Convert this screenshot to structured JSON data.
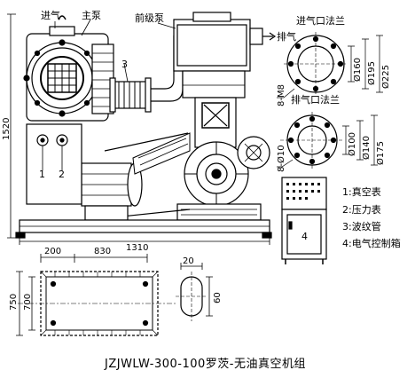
{
  "labels": {
    "inlet": "进气",
    "main_pump": "主泵",
    "backing_pump": "前级泵",
    "exhaust": "排气",
    "inlet_flange": "进气口法兰",
    "exhaust_flange": "排气口法兰",
    "callout_1": "1",
    "callout_2": "2",
    "callout_3": "3",
    "callout_4": "4"
  },
  "legend": [
    "1:真空表",
    "2:压力表",
    "3:波纹管",
    "4:电气控制箱"
  ],
  "dimensions": {
    "height": "1520",
    "length": "1310",
    "w200": "200",
    "w830": "830",
    "d20": "20",
    "d60": "60",
    "h750": "750",
    "h700": "700",
    "inlet_bolts": "8-M8",
    "inlet_d1": "Ø160",
    "inlet_d2": "Ø195",
    "inlet_d3": "Ø225",
    "exhaust_bolts": "8-Ø10",
    "exhaust_d1": "Ø100",
    "exhaust_d2": "Ø140",
    "exhaust_d3": "Ø175"
  },
  "title": "JZJWLW-300-100罗茨-无油真空机组",
  "colors": {
    "line": "#000000",
    "background": "#ffffff"
  }
}
